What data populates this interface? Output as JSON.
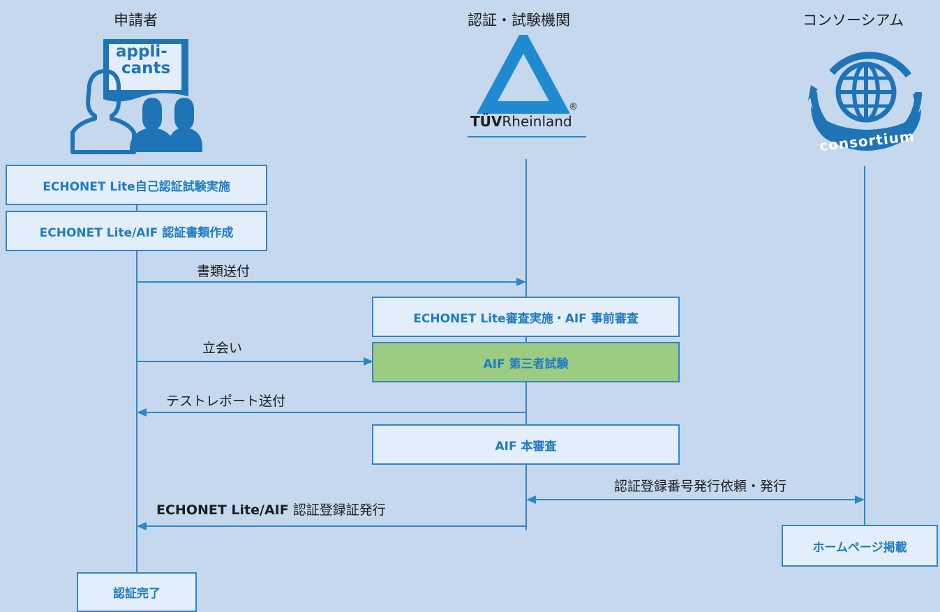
{
  "headers": {
    "applicant": "申請者",
    "certifier": "認証・試験機関",
    "consortium": "コンソーシアム"
  },
  "logos": {
    "applicants_text_1": "appli-",
    "applicants_text_2": "cants",
    "tuv_bold": "TÜV",
    "tuv_regular": "Rheinland",
    "tuv_registered": "®",
    "consortium_text": "consortium"
  },
  "boxes": {
    "self_test": "ECHONET Lite自己認証試験実施",
    "doc_create": "ECHONET Lite/AIF 認証書類作成",
    "review": "ECHONET Lite審査実施・AIF 事前審査",
    "third_party": "AIF 第三者試験",
    "main_review": "AIF 本審査",
    "homepage": "ホームページ掲載",
    "complete": "認証完了"
  },
  "arrows": {
    "doc_send": "書類送付",
    "witness": "立会い",
    "report_send": "テストレポート送付",
    "reg_request": "認証登録番号発行依頼・発行",
    "cert_issue_bold": "ECHONET Lite/AIF",
    "cert_issue_rest": " 認証登録証発行"
  },
  "colors": {
    "line": "#2e86c8",
    "box_text": "#1f7cc3",
    "green": "#9ccc82",
    "background": "#c5d8ee"
  }
}
